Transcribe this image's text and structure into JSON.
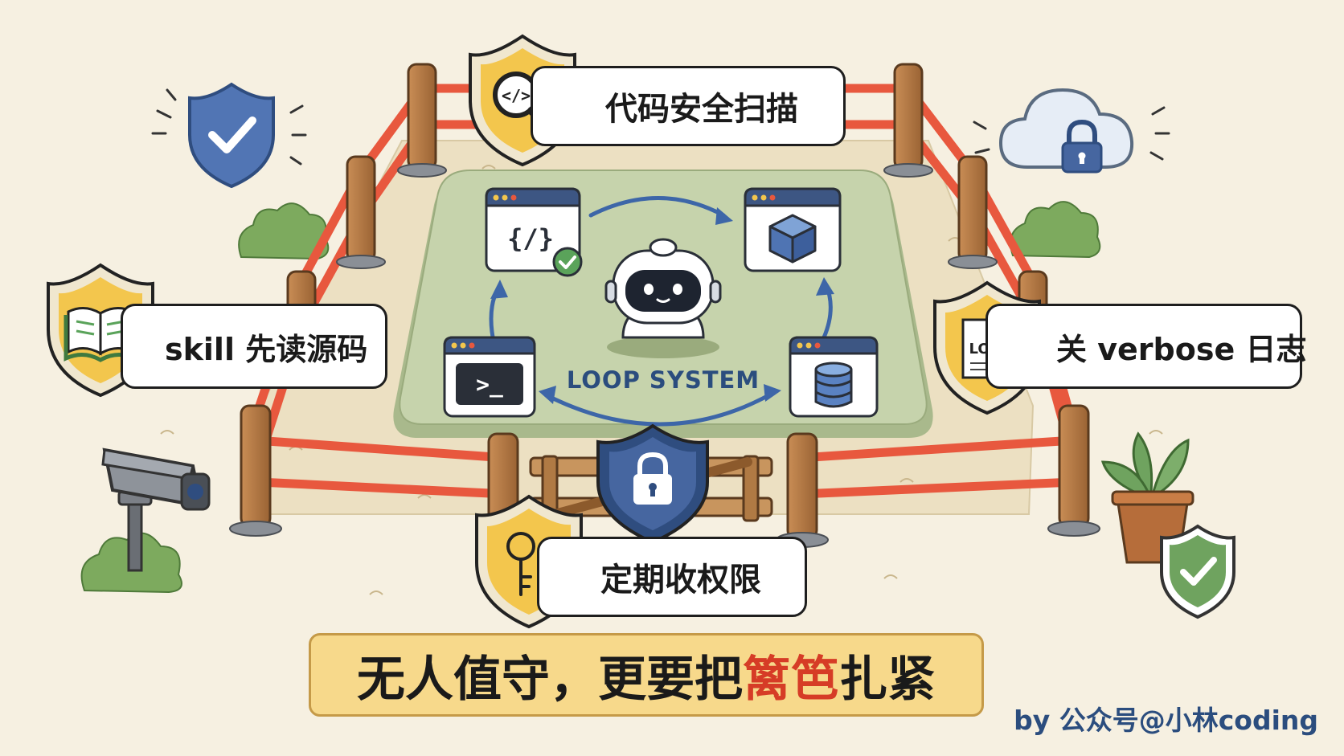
{
  "diagram": {
    "center": {
      "title": "LOOP SYSTEM"
    },
    "labels": {
      "scan": "代码安全扫描",
      "skill": "skill 先读源码",
      "verbose": "关 verbose 日志",
      "permissions": "定期收权限"
    },
    "windows": {
      "code_glyph": "{/}",
      "terminal_glyph": ">_"
    },
    "log_doc_text": "LOG"
  },
  "banner": {
    "prefix": "无人值守，更要把",
    "highlight": "篱笆",
    "suffix": "扎紧"
  },
  "credit": "by 公众号@小林coding",
  "colors": {
    "background": "#f6f0e1",
    "fence_rope": "#e8583e",
    "post_wood": "#b57b45",
    "shield_blue": "#5175b4",
    "shield_yellow": "#f3c64d",
    "shield_green": "#6fa35f",
    "platform_green": "#c6d3ac",
    "loop_arrow": "#3d66a8",
    "banner_bg": "#f7d98b",
    "highlight_red": "#d63c26"
  }
}
